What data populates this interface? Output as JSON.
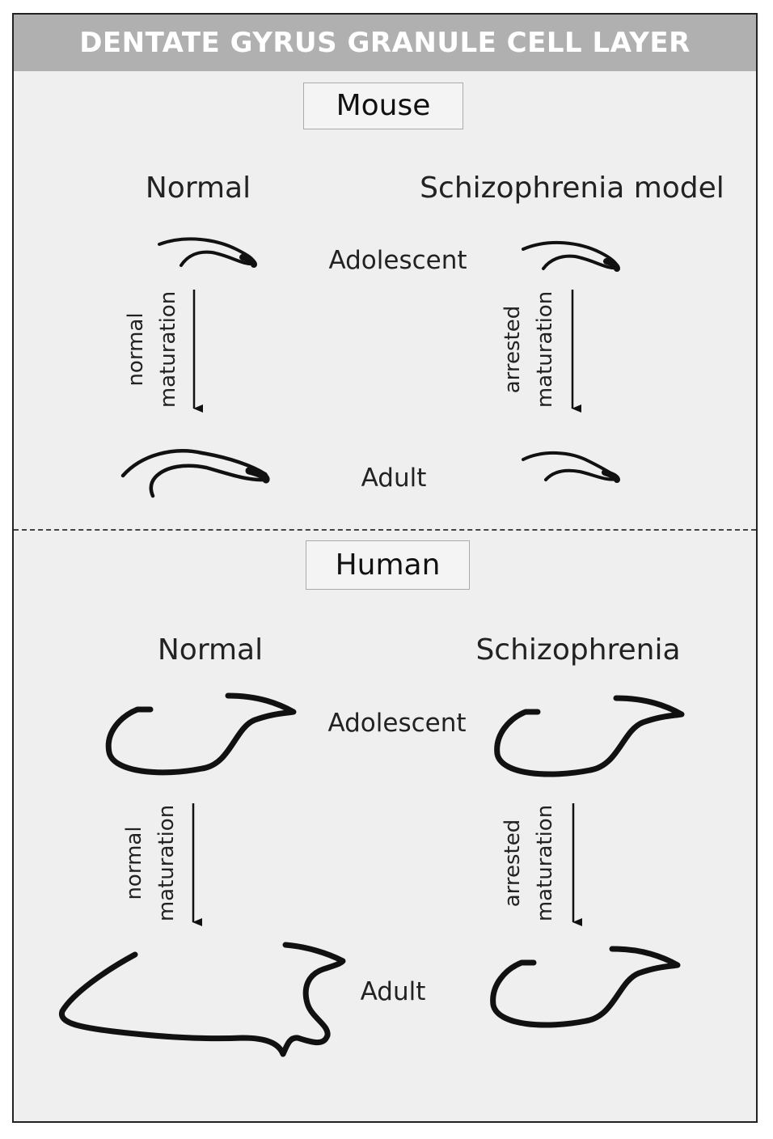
{
  "title": "DENTATE GYRUS GRANULE CELL LAYER",
  "mouse": {
    "species": "Mouse",
    "normal_heading": "Normal",
    "model_heading": "Schizophrenia model",
    "adolescent_label": "Adolescent",
    "adult_label": "Adult",
    "normal_arrow": [
      "normal",
      "maturation"
    ],
    "model_arrow": [
      "arrested",
      "maturation"
    ]
  },
  "human": {
    "species": "Human",
    "normal_heading": "Normal",
    "disease_heading": "Schizophrenia",
    "adolescent_label": "Adolescent",
    "adult_label": "Adult",
    "normal_arrow": [
      "normal",
      "maturation"
    ],
    "disease_arrow": [
      "arrested",
      "maturation"
    ]
  },
  "colors": {
    "header": "#b0b0b0",
    "panel": "#efefef",
    "ink": "#111111"
  }
}
